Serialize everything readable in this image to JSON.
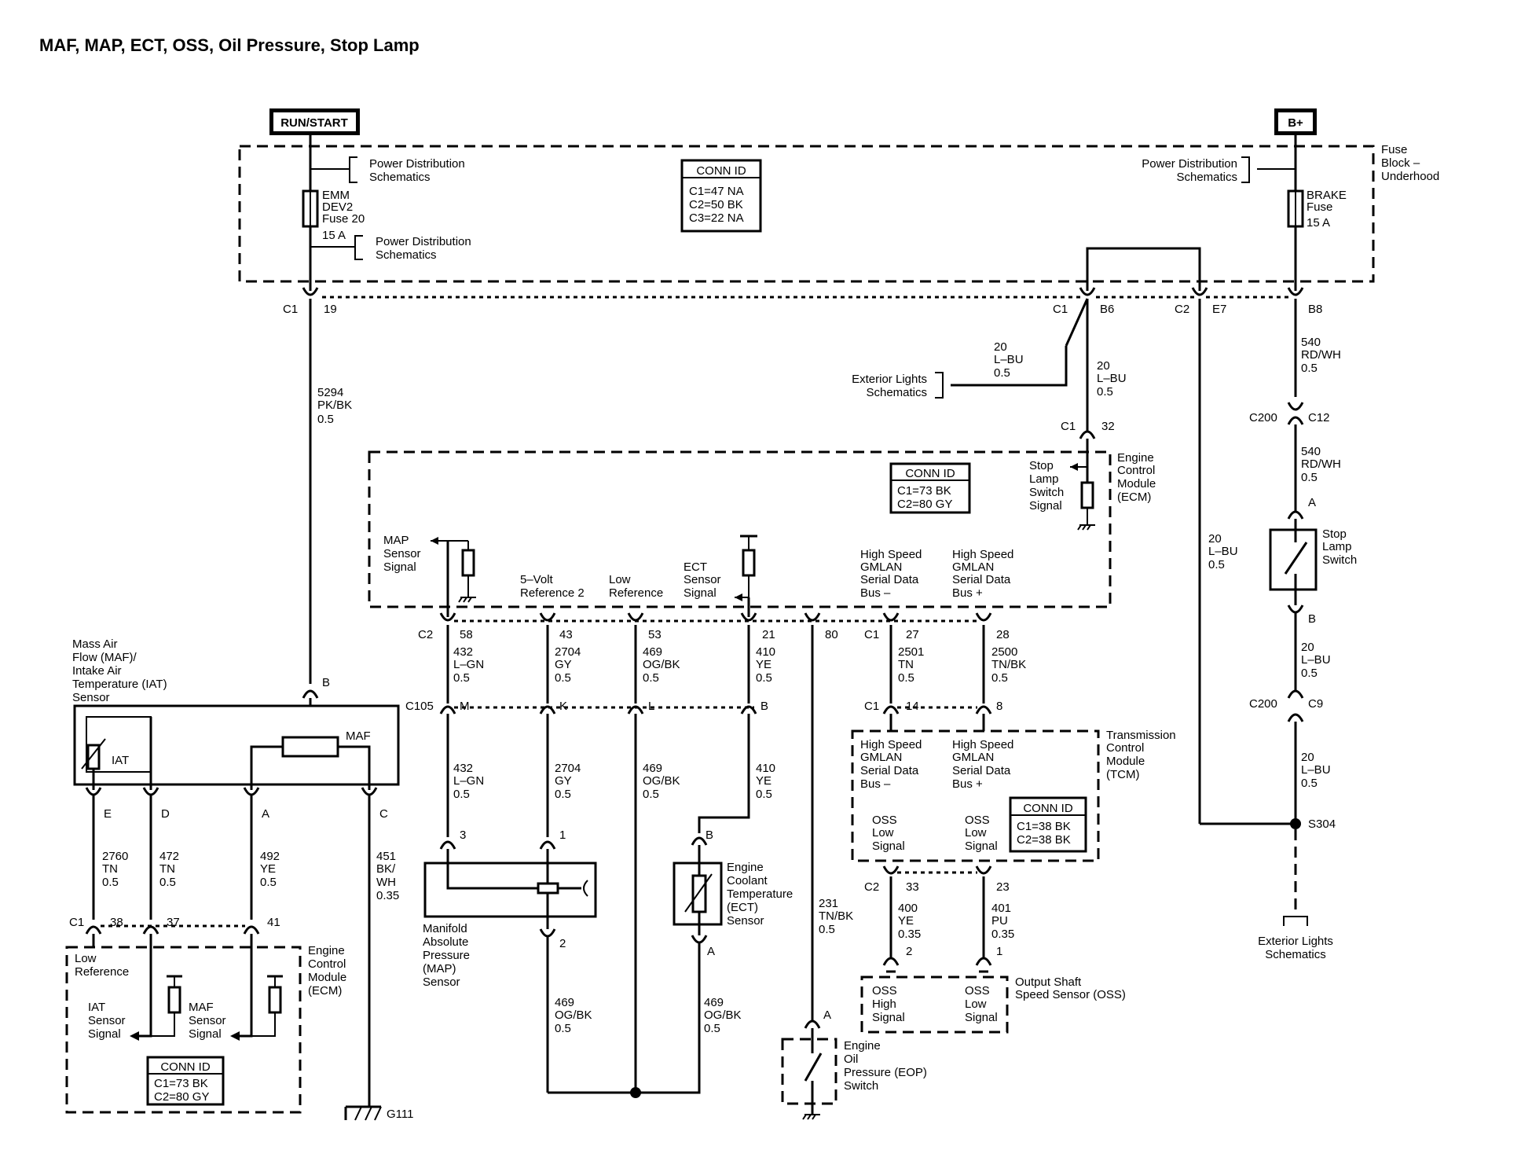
{
  "title": "MAF, MAP, ECT, OSS, Oil Pressure, Stop Lamp",
  "power": {
    "run_start": "RUN/START",
    "bplus": "B+"
  },
  "fuse_block": {
    "name": [
      "Fuse",
      "Block –",
      "Underhood"
    ],
    "pd_left_1": [
      "Power Distribution",
      "Schematics"
    ],
    "pd_left_2": [
      "Power Distribution",
      "Schematics"
    ],
    "pd_right": [
      "Power Distribution",
      "Schematics"
    ],
    "emm_fuse": [
      "EMM",
      "DEV2",
      "Fuse 20",
      "15 A"
    ],
    "brake_fuse": [
      "BRAKE",
      "Fuse",
      "15 A"
    ],
    "conn_id": {
      "title": "CONN ID",
      "lines": [
        "C1=47 NA",
        "C2=50 BK",
        "C3=22 NA"
      ]
    }
  },
  "pins": {
    "c1": "C1",
    "p19": "19",
    "c1b": "C1",
    "b6": "B6",
    "c2": "C2",
    "e7": "E7",
    "b8": "B8",
    "c200a": "C200",
    "c12": "C12",
    "a": "A",
    "b": "B",
    "c200b": "C200",
    "c9": "C9",
    "s304": "S304",
    "c1_32": "C1",
    "p32": "32"
  },
  "wires": {
    "w5294": [
      "5294",
      "PK/BK",
      "0.5"
    ],
    "w20a": [
      "20",
      "L–BU",
      "0.5"
    ],
    "w20b": [
      "20",
      "L–BU",
      "0.5"
    ],
    "w540a": [
      "540",
      "RD/WH",
      "0.5"
    ],
    "w540b": [
      "540",
      "RD/WH",
      "0.5"
    ],
    "w20c": [
      "20",
      "L–BU",
      "0.5"
    ],
    "w20d": [
      "20",
      "L–BU",
      "0.5"
    ],
    "w20e": [
      "20",
      "L–BU",
      "0.5"
    ],
    "w432a": [
      "432",
      "L–GN",
      "0.5"
    ],
    "w2704a": [
      "2704",
      "GY",
      "0.5"
    ],
    "w469a": [
      "469",
      "OG/BK",
      "0.5"
    ],
    "w410a": [
      "410",
      "YE",
      "0.5"
    ],
    "w2501": [
      "2501",
      "TN",
      "0.5"
    ],
    "w2500": [
      "2500",
      "TN/BK",
      "0.5"
    ],
    "w432b": [
      "432",
      "L–GN",
      "0.5"
    ],
    "w2704b": [
      "2704",
      "GY",
      "0.5"
    ],
    "w469b": [
      "469",
      "OG/BK",
      "0.5"
    ],
    "w410b": [
      "410",
      "YE",
      "0.5"
    ],
    "w2760": [
      "2760",
      "TN",
      "0.5"
    ],
    "w472": [
      "472",
      "TN",
      "0.5"
    ],
    "w492": [
      "492",
      "YE",
      "0.5"
    ],
    "w451": [
      "451",
      "BK/",
      "WH",
      "0.35"
    ],
    "w469c": [
      "469",
      "OG/BK",
      "0.5"
    ],
    "w469d": [
      "469",
      "OG/BK",
      "0.5"
    ],
    "w231": [
      "231",
      "TN/BK",
      "0.5"
    ],
    "w400": [
      "400",
      "YE",
      "0.35"
    ],
    "w401": [
      "401",
      "PU",
      "0.35"
    ]
  },
  "ext_lights_1": [
    "Exterior Lights",
    "Schematics"
  ],
  "ext_lights_2": [
    "Exterior Lights",
    "Schematics"
  ],
  "stop_lamp_switch": [
    "Stop",
    "Lamp",
    "Switch"
  ],
  "ecm_top": {
    "name": [
      "Engine",
      "Control",
      "Module",
      "(ECM)"
    ],
    "stop_signal": [
      "Stop",
      "Lamp",
      "Switch",
      "Signal"
    ],
    "conn_id": {
      "title": "CONN ID",
      "lines": [
        "C1=73 BK",
        "C2=80 GY"
      ]
    },
    "map_signal": [
      "MAP",
      "Sensor",
      "Signal"
    ],
    "ref5": [
      "5–Volt",
      "Reference 2"
    ],
    "lowref": [
      "Low",
      "Reference"
    ],
    "ect_signal": [
      "ECT",
      "Sensor",
      "Signal"
    ],
    "hs_minus": [
      "High Speed",
      "GMLAN",
      "Serial Data",
      "Bus –"
    ],
    "hs_plus": [
      "High Speed",
      "GMLAN",
      "Serial Data",
      "Bus +"
    ],
    "pins": [
      "C2",
      "58",
      "43",
      "53",
      "21",
      "80",
      "C1",
      "27",
      "28"
    ]
  },
  "c105": {
    "label": "C105",
    "pins": [
      "M",
      "K",
      "L",
      "B"
    ],
    "c1": "C1",
    "p14": "14",
    "p8": "8"
  },
  "maf": {
    "name": [
      "Mass Air",
      "Flow (MAF)/",
      "Intake Air",
      "Temperature (IAT)",
      "Sensor"
    ],
    "iat": "IAT",
    "maf": "MAF",
    "b": "B",
    "pins": [
      "E",
      "D",
      "A",
      "C"
    ]
  },
  "ecm_bottom": {
    "name": [
      "Engine",
      "Control",
      "Module",
      "(ECM)"
    ],
    "pins": [
      "C1",
      "38",
      "37",
      "41"
    ],
    "lowref": [
      "Low",
      "Reference"
    ],
    "iat_signal": [
      "IAT",
      "Sensor",
      "Signal"
    ],
    "maf_signal": [
      "MAF",
      "Sensor",
      "Signal"
    ],
    "conn_id": {
      "title": "CONN ID",
      "lines": [
        "C1=73 BK",
        "C2=80 GY"
      ]
    }
  },
  "g111": "G111",
  "map_sensor": {
    "name": [
      "Manifold",
      "Absolute",
      "Pressure",
      "(MAP)",
      "Sensor"
    ],
    "pins": [
      "3",
      "1",
      "2"
    ]
  },
  "ect_sensor": {
    "name": [
      "Engine",
      "Coolant",
      "Temperature",
      "(ECT)",
      "Sensor"
    ],
    "pins": [
      "B",
      "A"
    ]
  },
  "tcm": {
    "name": [
      "Transmission",
      "Control",
      "Module",
      "(TCM)"
    ],
    "hs_minus": [
      "High Speed",
      "GMLAN",
      "Serial Data",
      "Bus –"
    ],
    "hs_plus": [
      "High Speed",
      "GMLAN",
      "Serial Data",
      "Bus +"
    ],
    "oss_low1": [
      "OSS",
      "Low",
      "Signal"
    ],
    "oss_low2": [
      "OSS",
      "Low",
      "Signal"
    ],
    "conn_id": {
      "title": "CONN ID",
      "lines": [
        "C1=38 BK",
        "C2=38 BK"
      ]
    },
    "pins": [
      "C2",
      "33",
      "23"
    ]
  },
  "oss": {
    "name": [
      "Output Shaft",
      "Speed Sensor (OSS)"
    ],
    "high": [
      "OSS",
      "High",
      "Signal"
    ],
    "low": [
      "OSS",
      "Low",
      "Signal"
    ],
    "pins": [
      "2",
      "1"
    ]
  },
  "eop": {
    "name": [
      "Engine",
      "Oil",
      "Pressure (EOP)",
      "Switch"
    ],
    "pin": "A"
  }
}
